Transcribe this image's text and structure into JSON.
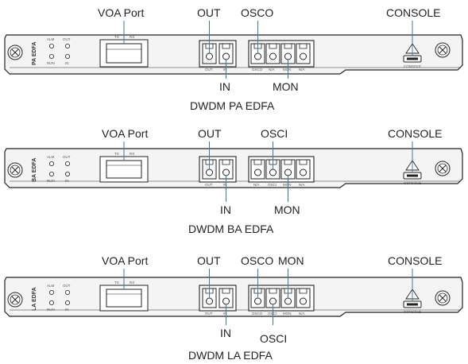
{
  "cards": [
    {
      "caption": "DWDM PA EDFA",
      "face_label": "PA EDFA",
      "leds": [
        "ALM",
        "OUT",
        "RUN",
        "IN"
      ],
      "sfp_labels": [
        "TX",
        "RX"
      ],
      "port_group_1": [
        "OUT",
        "IN"
      ],
      "port_group_2": [
        "OSCO",
        "N/A",
        "MON",
        "N/A"
      ],
      "console_label": "CONSOLE",
      "callouts": {
        "voa": "VOA Port",
        "out": "OUT",
        "osc": "OSCO",
        "console": "CONSOLE",
        "in": "IN",
        "mon": "MON"
      }
    },
    {
      "caption": "DWDM BA EDFA",
      "face_label": "BA EDFA",
      "leds": [
        "ALM",
        "OUT",
        "RUN",
        "IN"
      ],
      "sfp_labels": [
        "TX",
        "RX"
      ],
      "port_group_1": [
        "OUT",
        "IN"
      ],
      "port_group_2": [
        "N/A",
        "OSCI",
        "MON",
        "N/A"
      ],
      "console_label": "CONSOLE",
      "callouts": {
        "voa": "VOA Port",
        "out": "OUT",
        "osc": "OSCI",
        "console": "CONSOLE",
        "in": "IN",
        "mon": "MON"
      }
    },
    {
      "caption": "DWDM LA EDFA",
      "face_label": "LA EDFA",
      "leds": [
        "ALM",
        "OUT",
        "RUN",
        "IN"
      ],
      "sfp_labels": [
        "TX",
        "RX"
      ],
      "port_group_1": [
        "OUT",
        "IN"
      ],
      "port_group_2": [
        "OSCO",
        "OSCI",
        "MON",
        "N/A"
      ],
      "console_label": "CONSOLE",
      "callouts": {
        "voa": "VOA Port",
        "out": "OUT",
        "osco": "OSCO",
        "mon": "MON",
        "console": "CONSOLE",
        "in": "IN",
        "osci": "OSCI"
      }
    }
  ]
}
